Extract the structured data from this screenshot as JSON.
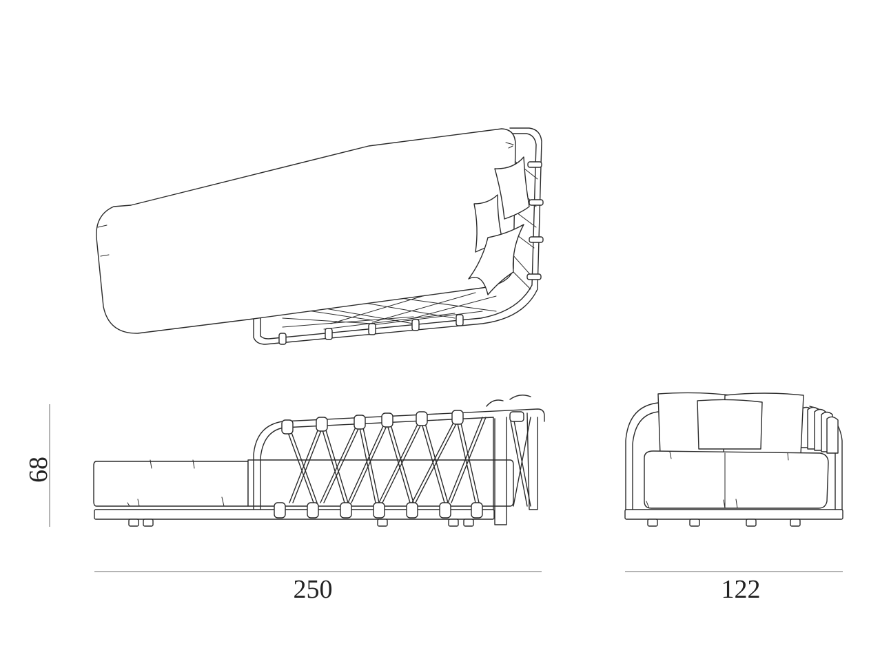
{
  "dimensions": {
    "height": "68",
    "length": "250",
    "depth": "122"
  },
  "colors": {
    "line": "#2a2a2a",
    "dimension_line": "#6a6a6a",
    "background": "#ffffff"
  }
}
